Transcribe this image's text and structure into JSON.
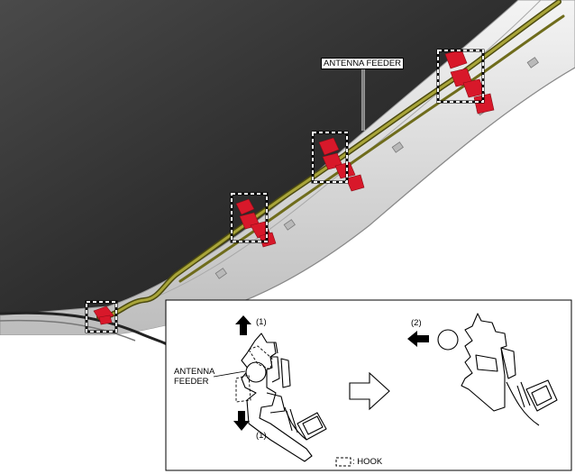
{
  "labels": {
    "antenna_feeder_top": "ANTENNA FEEDER",
    "antenna_feeder_inset": [
      "ANTENNA",
      "FEEDER"
    ],
    "step_1_top": "(1)",
    "step_1_bottom": "(1)",
    "step_2": "(2)",
    "legend_hook": ": HOOK"
  },
  "colors": {
    "clip_red": "#d8182a",
    "feeder_olive": "#7d7a1f",
    "trim_gray": "#d9d9d9",
    "roof_dark": "#333333"
  }
}
